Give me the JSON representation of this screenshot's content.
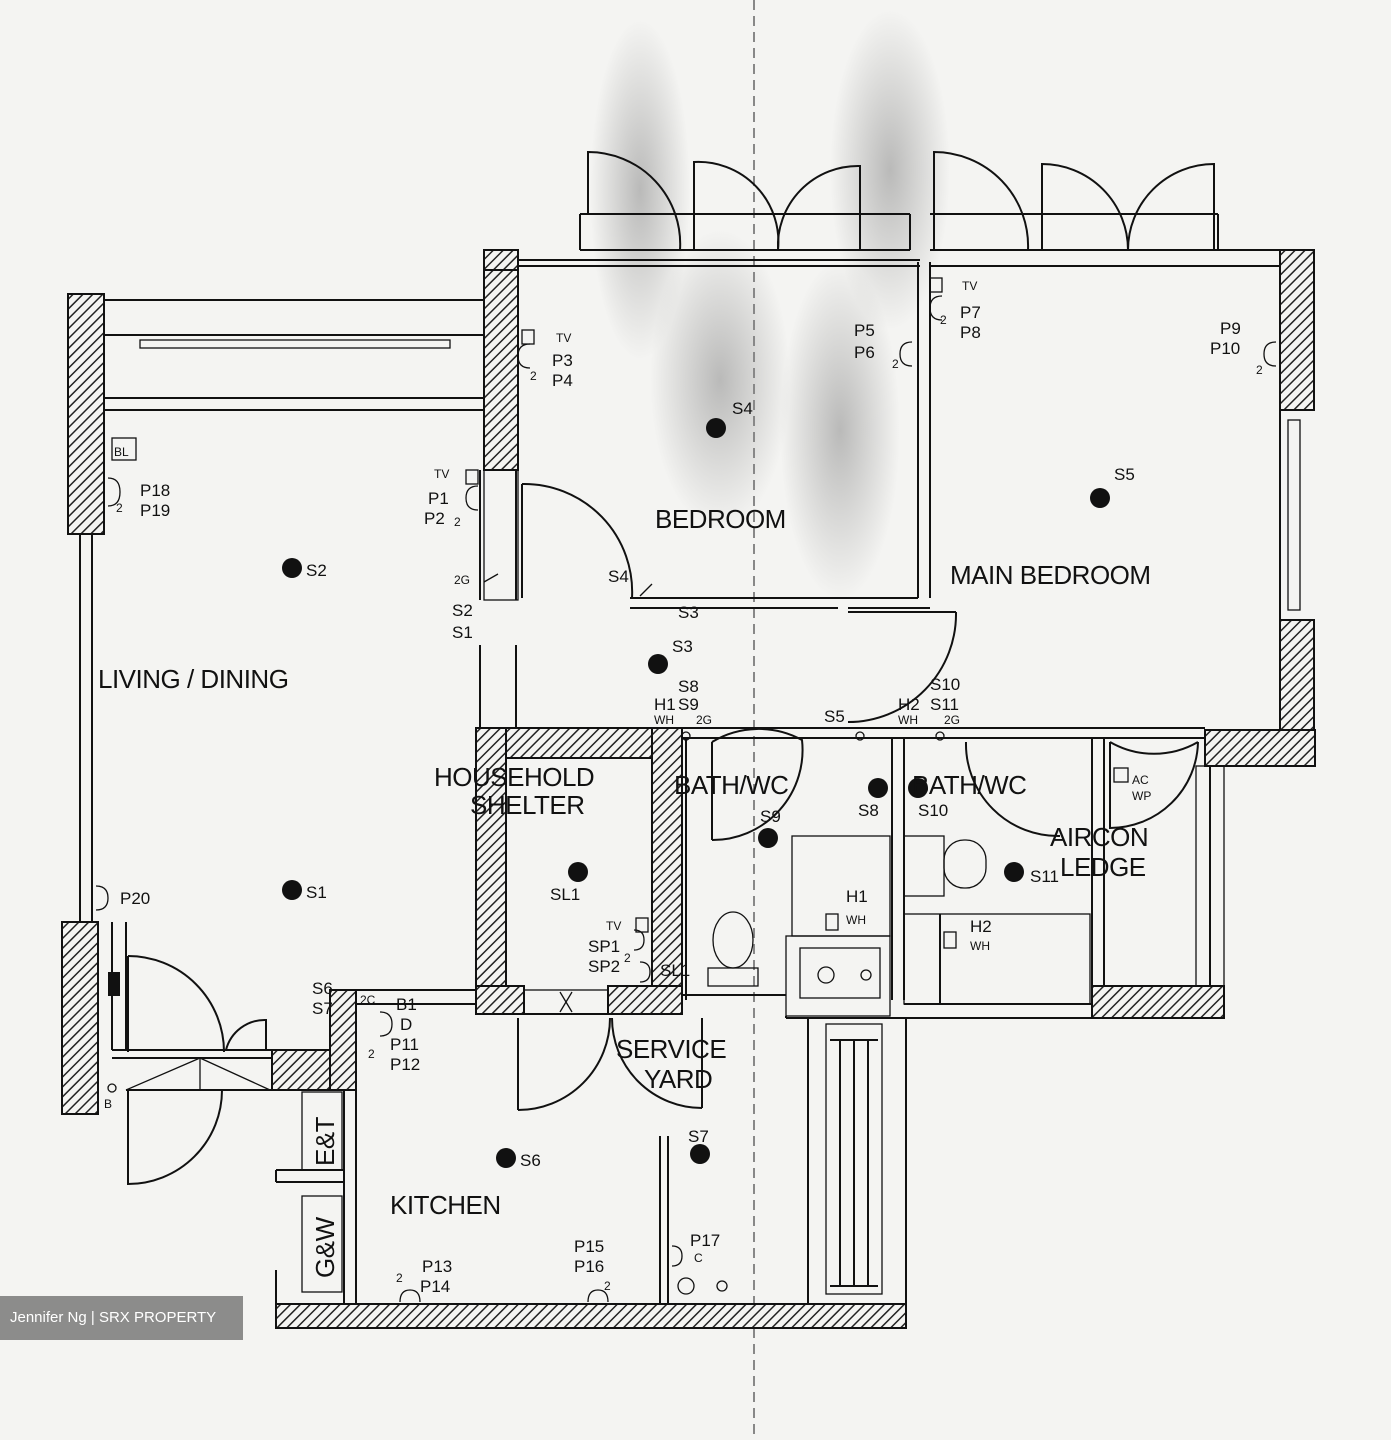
{
  "rooms": {
    "living": "LIVING / DINING",
    "bedroom": "BEDROOM",
    "main_bedroom": "MAIN BEDROOM",
    "shelter_1": "HOUSEHOLD",
    "shelter_2": "SHELTER",
    "bath1": "BATH/WC",
    "bath2": "BATH/WC",
    "aircon_1": "AIRCON",
    "aircon_2": "LEDGE",
    "kitchen": "KITCHEN",
    "service_1": "SERVICE",
    "service_2": "YARD",
    "et": "E&T",
    "gw": "G&W"
  },
  "lights": {
    "s1": "S1",
    "s2": "S2",
    "s3": "S3",
    "s4": "S4",
    "s5": "S5",
    "s6": "S6",
    "s7": "S7",
    "s8": "S8",
    "s9": "S9",
    "s10": "S10",
    "s11": "S11",
    "sl1": "SL1"
  },
  "tags": {
    "tv": "TV",
    "two": "2",
    "twoc": "2G",
    "two_c": "2C",
    "c": "C",
    "d": "D",
    "b": "B",
    "p1": "P1",
    "p2": "P2",
    "p3": "P3",
    "p4": "P4",
    "p5": "P5",
    "p6": "P6",
    "p7": "P7",
    "p8": "P8",
    "p9": "P9",
    "p10": "P10",
    "p11": "P11",
    "p12": "P12",
    "p13": "P13",
    "p14": "P14",
    "p15": "P15",
    "p16": "P16",
    "p17": "P17",
    "p18": "P18",
    "p19": "P19",
    "p20": "P20",
    "b1": "B1",
    "h1": "H1",
    "h2": "H2",
    "wh": "WH",
    "ac": "AC",
    "wp": "WP",
    "sp1": "SP1",
    "sp2": "SP2",
    "bell": "BL",
    "s1": "S1",
    "s2": "S2",
    "s3": "S3",
    "s4": "S4",
    "s5": "S5",
    "s6": "S6",
    "s7": "S7",
    "s8": "S8",
    "s9": "S9",
    "s10": "S10",
    "s11": "S11",
    "sl1": "SL1"
  },
  "watermark": "Jennifer Ng | SRX PROPERTY"
}
